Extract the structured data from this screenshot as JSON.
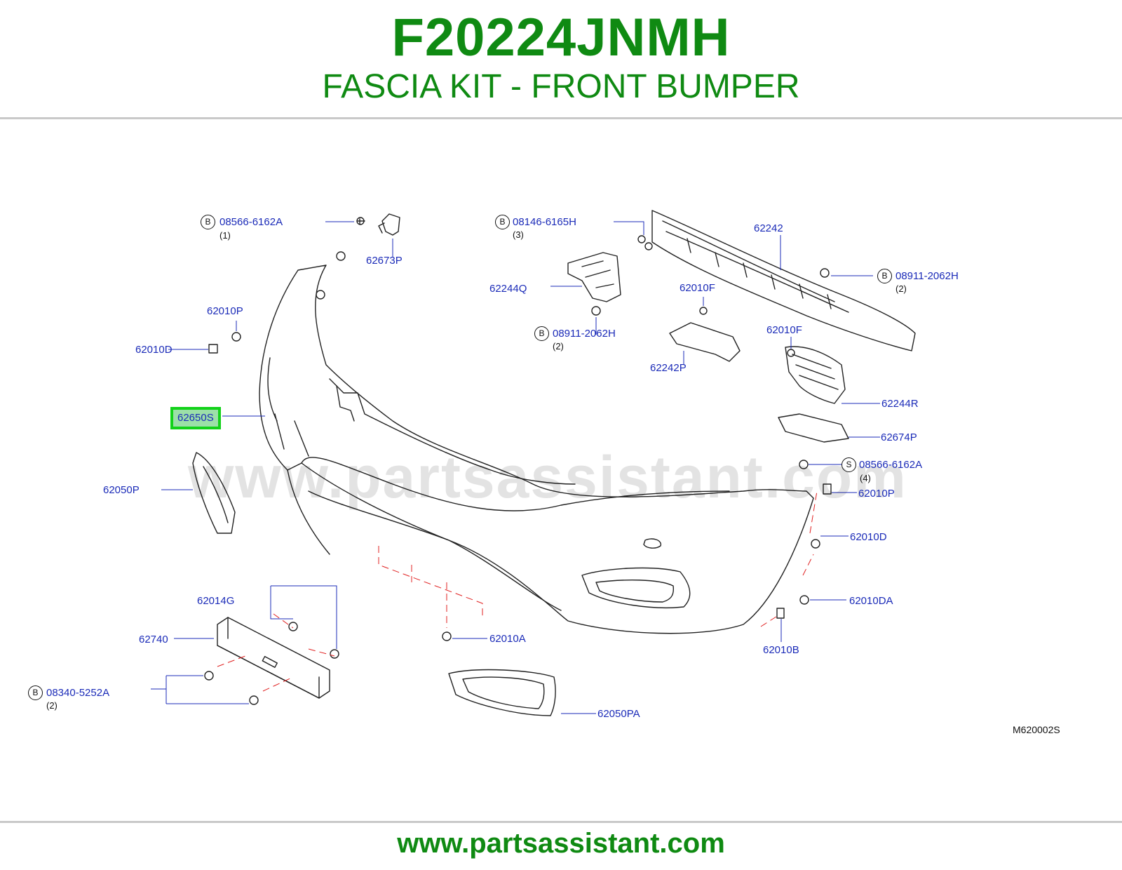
{
  "header": {
    "part_number": "F20224JNMH",
    "title": "FASCIA KIT - FRONT BUMPER"
  },
  "watermark": "www.partsassistant.com",
  "colors": {
    "brand_green": "#0f8a12",
    "label_blue": "#1b2bb8",
    "highlight_green": "#13d21a"
  },
  "callouts": {
    "c1": {
      "badge": "B",
      "part": "08566-6162A",
      "qty": "(1)"
    },
    "c2": {
      "part": "62673P"
    },
    "c3": {
      "badge": "B",
      "part": "08146-6165H",
      "qty": "(3)"
    },
    "c4": {
      "part": "62242"
    },
    "c5": {
      "part": "62244Q"
    },
    "c6": {
      "badge": "B",
      "part": "08911-2062H",
      "qty": "(2)"
    },
    "c7": {
      "part": "62010F"
    },
    "c8": {
      "part": "62010P"
    },
    "c9": {
      "part": "62010D"
    },
    "c10": {
      "badge": "B",
      "part": "08911-2062H",
      "qty": "(2)"
    },
    "c11": {
      "part": "62010F"
    },
    "c12": {
      "part": "62242P"
    },
    "c13": {
      "part": "62650S",
      "selected": true
    },
    "c14": {
      "part": "62244R"
    },
    "c15": {
      "part": "62674P"
    },
    "c16": {
      "badge": "S",
      "part": "08566-6162A",
      "qty": "(4)"
    },
    "c17": {
      "part": "62050P"
    },
    "c18": {
      "part": "62010P"
    },
    "c19": {
      "part": "62010D"
    },
    "c20": {
      "part": "62014G"
    },
    "c21": {
      "part": "62010DA"
    },
    "c22": {
      "part": "62740"
    },
    "c23": {
      "part": "62010A"
    },
    "c24": {
      "part": "62010B"
    },
    "c25": {
      "badge": "B",
      "part": "08340-5252A",
      "qty": "(2)"
    },
    "c26": {
      "part": "62050PA"
    }
  },
  "diagram_code": "M620002S",
  "footer": {
    "url": "www.partsassistant.com"
  }
}
